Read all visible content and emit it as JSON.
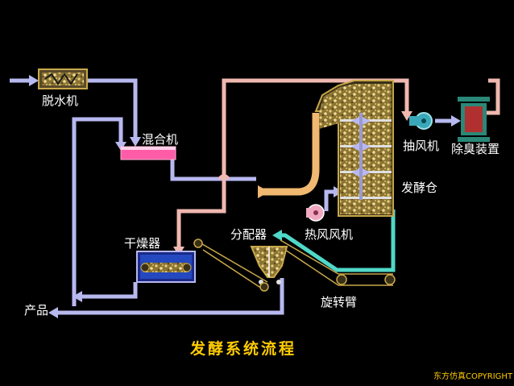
{
  "labels": {
    "dewatering_machine": "脱水机",
    "mixer": "混合机",
    "exhaust_fan": "抽风机",
    "deodorizer": "除臭装置",
    "fermentation_bin": "发酵仓",
    "distributor": "分配器",
    "hot_air_fan": "热风风机",
    "dryer": "干燥器",
    "product": "产品",
    "rotating_arm": "旋转臂"
  },
  "title": "发酵系统流程",
  "copyright": "东方仿真COPYRIGHT",
  "colors": {
    "background": "#000000",
    "material_flow": "#b8b8f0",
    "hot_air_flow": "#f0b8b0",
    "recirculation_flow": "#50d8c8",
    "mixer_body": "#ff5ca8",
    "fan": "#3aa8b8",
    "deodorizer_body": "#b03030",
    "compost": "#c8a84a",
    "title": "#ffcc00"
  }
}
